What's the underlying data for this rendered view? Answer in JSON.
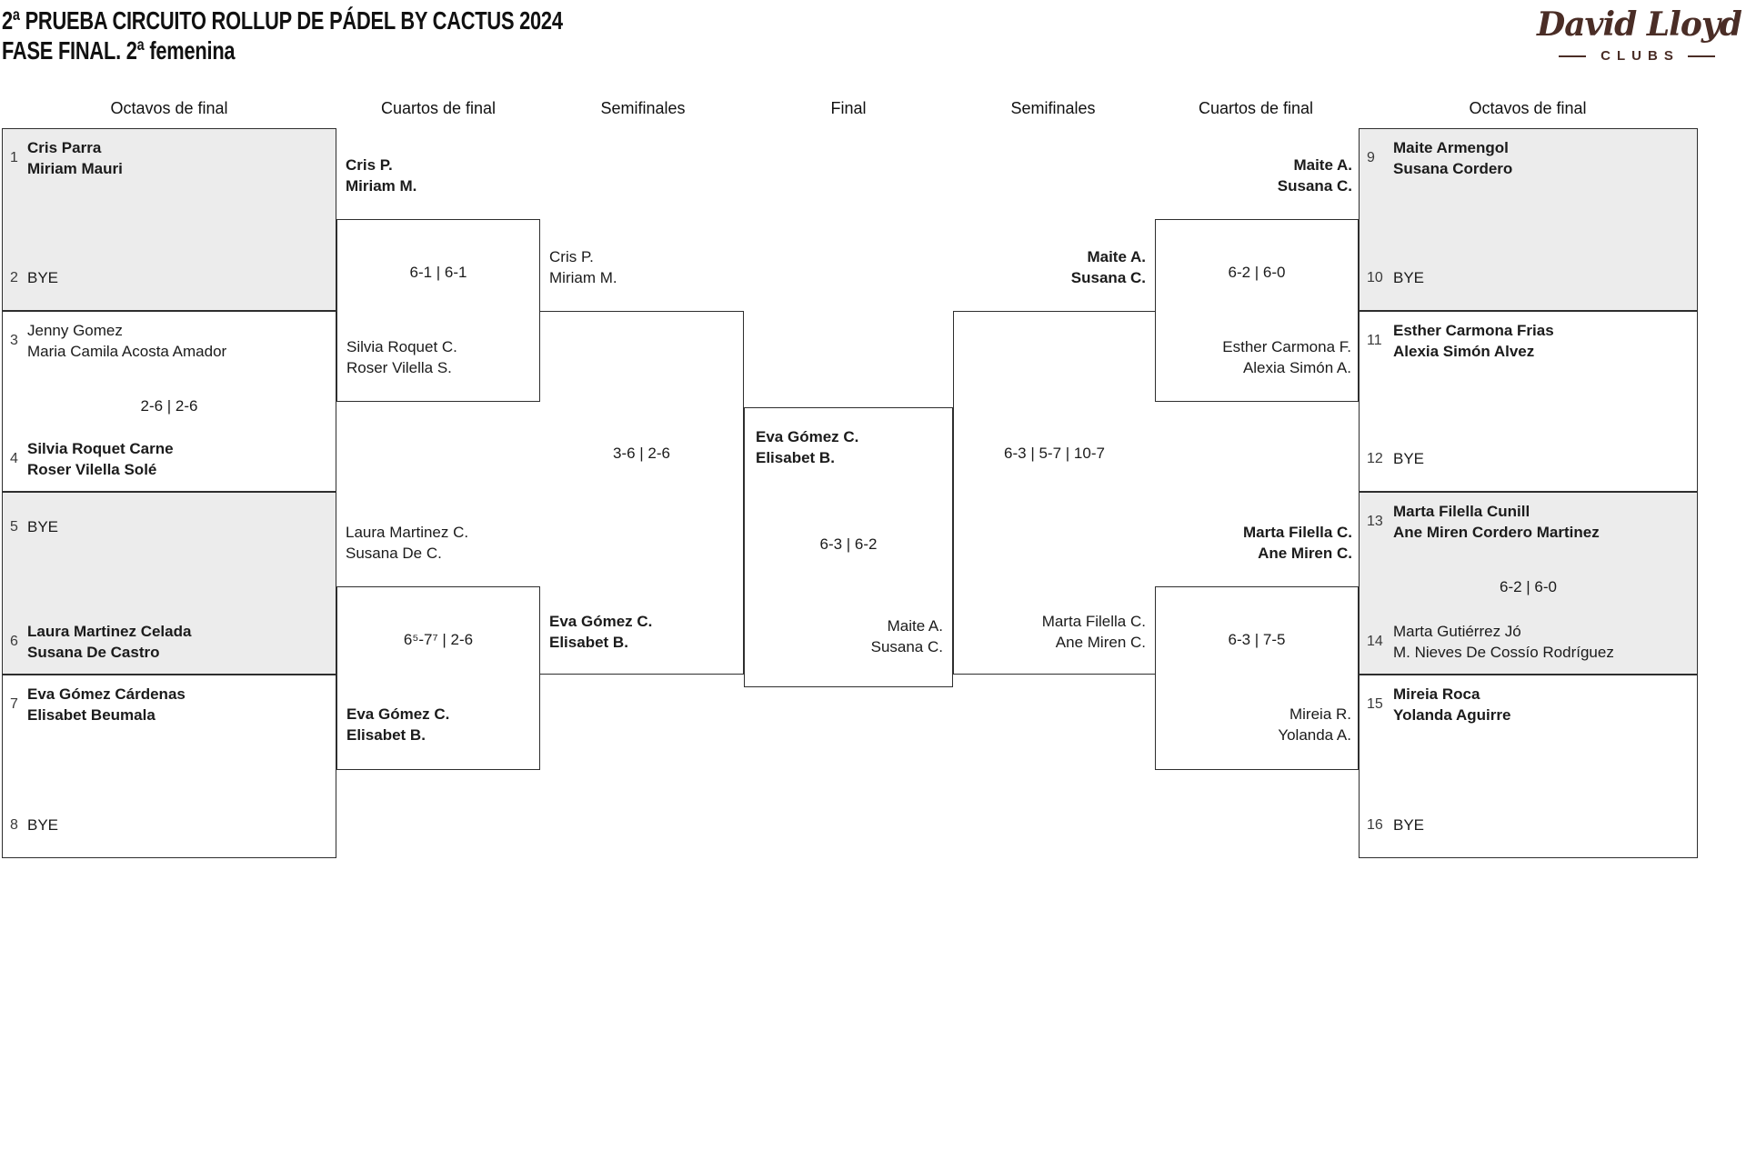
{
  "title": {
    "line1": "2ª PRUEBA CIRCUITO ROLLUP DE PÁDEL BY CACTUS 2024",
    "line2": "FASE FINAL. 2ª femenina"
  },
  "logo": {
    "brand": "David Lloyd",
    "sub": "CLUBS",
    "color": "#4a2d26"
  },
  "headers": [
    "Octavos de final",
    "Cuartos de final",
    "Semifinales",
    "Final",
    "Semifinales",
    "Cuartos de final",
    "Octavos de final"
  ],
  "colors": {
    "shaded_box": "#ececec",
    "line": "#2e2e2e",
    "text": "#1b1b1b",
    "logo_brown": "#4a2d26"
  },
  "octavos_left": [
    {
      "seed_top": "1",
      "team_top": [
        "Cris Parra",
        "Miriam Mauri"
      ],
      "team_top_bold": true,
      "seed_bottom": "2",
      "team_bottom": [
        "BYE"
      ],
      "team_bottom_bold": false,
      "score": ""
    },
    {
      "seed_top": "3",
      "team_top": [
        "Jenny Gomez",
        "Maria Camila Acosta Amador"
      ],
      "team_top_bold": false,
      "seed_bottom": "4",
      "team_bottom": [
        "Silvia Roquet Carne",
        "Roser Vilella Solé"
      ],
      "team_bottom_bold": true,
      "score": "2-6 | 2-6"
    },
    {
      "seed_top": "5",
      "team_top": [
        "BYE"
      ],
      "team_top_bold": false,
      "seed_bottom": "6",
      "team_bottom": [
        "Laura Martinez Celada",
        "Susana De Castro"
      ],
      "team_bottom_bold": true,
      "score": ""
    },
    {
      "seed_top": "7",
      "team_top": [
        "Eva Gómez Cárdenas",
        "Elisabet Beumala"
      ],
      "team_top_bold": true,
      "seed_bottom": "8",
      "team_bottom": [
        "BYE"
      ],
      "team_bottom_bold": false,
      "score": ""
    }
  ],
  "octavos_right": [
    {
      "seed_top": "9",
      "team_top": [
        "Maite Armengol",
        "Susana Cordero"
      ],
      "team_top_bold": true,
      "seed_bottom": "10",
      "team_bottom": [
        "BYE"
      ],
      "team_bottom_bold": false,
      "score": ""
    },
    {
      "seed_top": "11",
      "team_top": [
        "Esther Carmona Frias",
        "Alexia Simón Alvez"
      ],
      "team_top_bold": true,
      "seed_bottom": "12",
      "team_bottom": [
        "BYE"
      ],
      "team_bottom_bold": false,
      "score": ""
    },
    {
      "seed_top": "13",
      "team_top": [
        "Marta Filella Cunill",
        "Ane Miren Cordero Martinez"
      ],
      "team_top_bold": true,
      "seed_bottom": "14",
      "team_bottom": [
        "Marta Gutiérrez Jó",
        "M. Nieves De Cossío Rodríguez"
      ],
      "team_bottom_bold": false,
      "score": "6-2 | 6-0"
    },
    {
      "seed_top": "15",
      "team_top": [
        "Mireia Roca",
        "Yolanda Aguirre"
      ],
      "team_top_bold": true,
      "seed_bottom": "16",
      "team_bottom": [
        "BYE"
      ],
      "team_bottom_bold": false,
      "score": ""
    }
  ],
  "quarters_left": [
    {
      "entrant_above": [
        "Cris P.",
        "Miriam M."
      ],
      "entrant_above_bold": true,
      "score": "6-1 | 6-1",
      "entrant_inner": [
        "Silvia Roquet C.",
        "Roser Vilella S."
      ],
      "entrant_inner_bold": false
    },
    {
      "entrant_above": [
        "Laura Martinez C.",
        "Susana De C."
      ],
      "entrant_above_bold": false,
      "score": "6⁵-7⁷ | 2-6",
      "entrant_inner": [
        "Eva Gómez C.",
        "Elisabet B."
      ],
      "entrant_inner_bold": true
    }
  ],
  "semifinal_left": {
    "entrant_above": [
      "Cris P.",
      "Miriam M."
    ],
    "entrant_above_bold": false,
    "score": "3-6 | 2-6",
    "entrant_inner": [
      "Eva Gómez C.",
      "Elisabet B."
    ],
    "entrant_inner_bold": true
  },
  "final": {
    "team_left": [
      "Eva Gómez C.",
      "Elisabet B."
    ],
    "team_left_bold": true,
    "score": "6-3 | 6-2",
    "team_right": [
      "Maite A.",
      "Susana C."
    ],
    "team_right_bold": false
  },
  "semifinal_right": {
    "entrant_above": [
      "Maite A.",
      "Susana C."
    ],
    "entrant_above_bold": true,
    "score": "6-3 | 5-7 | 10-7",
    "entrant_inner": [
      "Marta Filella C.",
      "Ane Miren C."
    ],
    "entrant_inner_bold": false
  },
  "quarters_right": [
    {
      "entrant_above": [
        "Maite A.",
        "Susana C."
      ],
      "entrant_above_bold": true,
      "score": "6-2 | 6-0",
      "entrant_inner": [
        "Esther Carmona F.",
        "Alexia Simón A."
      ],
      "entrant_inner_bold": false
    },
    {
      "entrant_above": [
        "Marta Filella C.",
        "Ane Miren C."
      ],
      "entrant_above_bold": true,
      "score": "6-3 | 7-5",
      "entrant_inner": [
        "Mireia R.",
        "Yolanda A."
      ],
      "entrant_inner_bold": false
    }
  ]
}
